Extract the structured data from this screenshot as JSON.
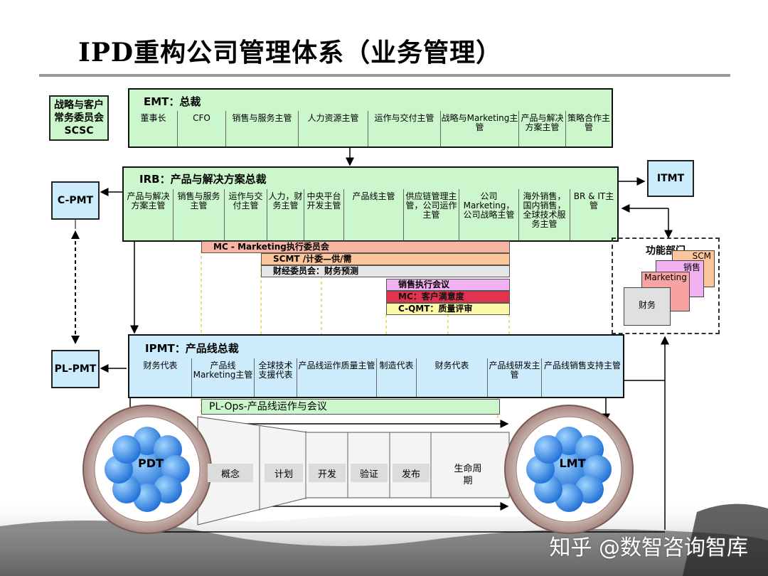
{
  "title": "IPD重构公司管理体系（业务管理）",
  "scsc": {
    "line1": "战略与客户",
    "line2": "常务委员会",
    "line3": "SCSC"
  },
  "emt": {
    "title": "EMT：总裁",
    "members": [
      "董事长",
      "CFO",
      "销售与服务主管",
      "人力资源主管",
      "运作与交付主管",
      "战略与Marketing主管",
      "产品与解决方案主管",
      "策略合作主管"
    ]
  },
  "itmt": "ITMT",
  "cpmt": "C-PMT",
  "plpmt": "PL-PMT",
  "irb": {
    "title": "IRB：产品与解决方案总裁",
    "members": [
      "产品与解决方案主管",
      "销售与服务主管",
      "运作与交付主管",
      "人力，财务主管",
      "中央平台开发主管",
      "产品线主管",
      "供应链管理主管，公司运作主管",
      "公司Marketing，公司战略主管",
      "海外销售，国内销售，全球技术服务主管",
      "BR & IT主管"
    ]
  },
  "committees": {
    "mc": "MC - Marketing执行委员会",
    "scmt": "SCMT /计委—供/需",
    "finance": "财经委员会：财务预测",
    "sales": "销售执行会议",
    "mc2": "MC：客户满意度",
    "cqmt": "C-QMT：质量评审"
  },
  "functional": {
    "title": "功能部门",
    "cards": [
      "SCM",
      "销售",
      "Marketing",
      "财务"
    ]
  },
  "ipmt": {
    "title": "IPMT：产品线总裁",
    "members": [
      "财务代表",
      "产品线Marketing主管",
      "全球技术支援代表",
      "产品线运作质量主管",
      "制造代表",
      "财务代表",
      "产品线研发主管",
      "产品线销售支持主管"
    ]
  },
  "plops": "PL-Ops-产品线运作与会议",
  "pdt": "PDT",
  "lmt": "LMT",
  "stages": [
    "概念",
    "计划",
    "开发",
    "验证",
    "发布",
    "生命周期"
  ],
  "watermark": "知乎 @数智咨询智库",
  "colors": {
    "green": "#ccf7cc",
    "lightblue": "#ccecfc",
    "salmon": "#f7b4a3",
    "orange": "#fcc69a",
    "lightgray": "#e6e6e6",
    "pink": "#f2b2f2",
    "red": "#e3324f",
    "yellow": "#fcf7a6",
    "circleblue": "#2c8cf0"
  }
}
